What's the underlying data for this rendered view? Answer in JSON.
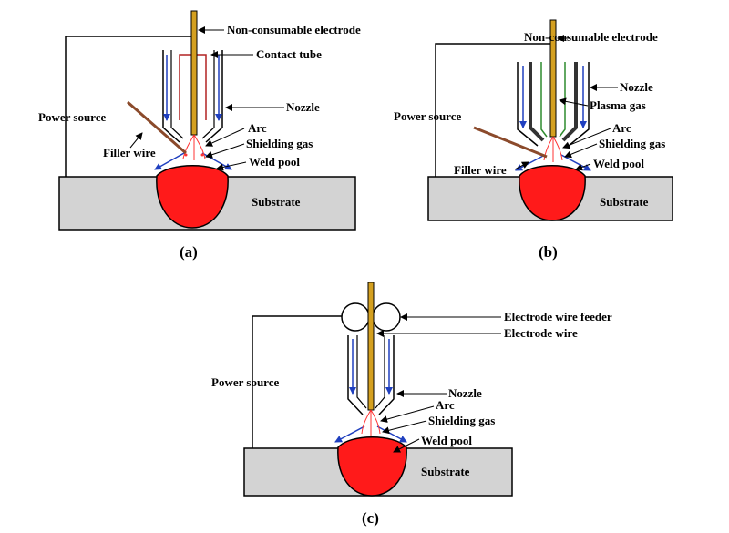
{
  "panels": {
    "a": {
      "caption": "(a)",
      "labels": {
        "electrode": "Non-consumable electrode",
        "contact_tube": "Contact tube",
        "nozzle": "Nozzle",
        "power_source": "Power source",
        "arc": "Arc",
        "filler_wire": "Filler wire",
        "shielding_gas": "Shielding gas",
        "weld_pool": "Weld pool",
        "substrate": "Substrate"
      }
    },
    "b": {
      "caption": "(b)",
      "labels": {
        "electrode": "Non-consumable electrode",
        "nozzle": "Nozzle",
        "plasma_gas": "Plasma gas",
        "power_source": "Power source",
        "arc": "Arc",
        "shielding_gas": "Shielding gas",
        "filler_wire": "Filler wire",
        "weld_pool": "Weld pool",
        "substrate": "Substrate"
      }
    },
    "c": {
      "caption": "(c)",
      "labels": {
        "wire_feeder": "Electrode wire feeder",
        "electrode_wire": "Electrode wire",
        "power_source": "Power source",
        "nozzle": "Nozzle",
        "arc": "Arc",
        "shielding_gas": "Shielding gas",
        "weld_pool": "Weld pool",
        "substrate": "Substrate"
      }
    }
  },
  "colors": {
    "weld_pool": "#ff1a1a",
    "substrate": "#d3d3d3",
    "electrode": "#d4a020",
    "contact_tube": "#b22222",
    "gas_arrow": "#1f3fbf",
    "filler_wire": "#8b4a2b",
    "plasma_tube": "#2e8b2e",
    "arc": "#ff3333"
  }
}
